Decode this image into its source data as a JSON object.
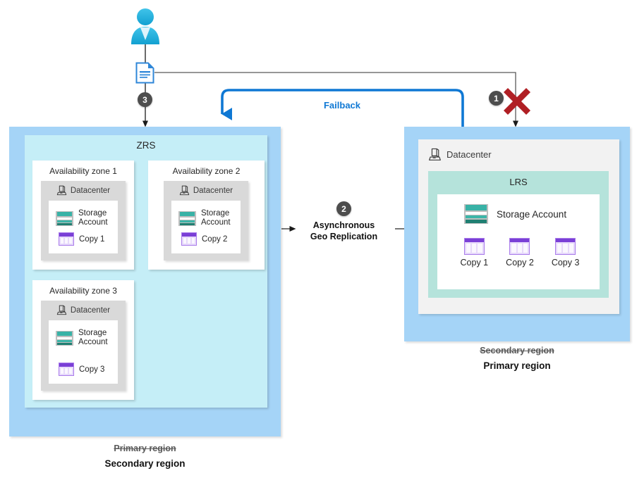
{
  "diagram": {
    "title": "Azure storage failback from secondary to primary region",
    "accent_blue": "#0f78d4",
    "region_fill": "#a5d4f7",
    "zrs_fill": "#c5eef7",
    "lrs_fill": "#b5e3db",
    "badge_color": "#4d4d4d",
    "x_color": "#b01f24"
  },
  "flows": {
    "failback_label": "Failback",
    "async_label_line1": "Asynchronous",
    "async_label_line2": "Geo Replication",
    "badge_1": "1",
    "badge_2": "2",
    "badge_3": "3"
  },
  "left_region": {
    "panel_label": "ZRS",
    "caption_struck": "Primary region",
    "caption_current": "Secondary region",
    "zones": [
      {
        "title": "Availability zone 1",
        "datacenter_label": "Datacenter",
        "storage_line1": "Storage",
        "storage_line2": "Account",
        "copy_label": "Copy 1"
      },
      {
        "title": "Availability zone 2",
        "datacenter_label": "Datacenter",
        "storage_line1": "Storage",
        "storage_line2": "Account",
        "copy_label": "Copy 2"
      },
      {
        "title": "Availability zone 3",
        "datacenter_label": "Datacenter",
        "storage_line1": "Storage",
        "storage_line2": "Account",
        "copy_label": "Copy 3"
      }
    ]
  },
  "right_region": {
    "datacenter_label": "Datacenter",
    "panel_label": "LRS",
    "storage_label": "Storage Account",
    "copies": [
      "Copy 1",
      "Copy 2",
      "Copy 3"
    ],
    "caption_struck": "Secondary region",
    "caption_current": "Primary region"
  },
  "icons": {
    "person": "user-icon",
    "document": "document-icon",
    "datacenter": "datacenter-icon",
    "storage": "storage-account-icon",
    "copy": "copy-icon",
    "failure": "red-x-icon"
  }
}
